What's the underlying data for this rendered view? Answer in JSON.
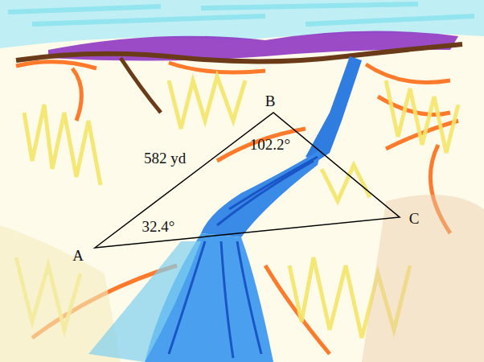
{
  "diagram": {
    "labels": [
      "B",
      "582 yd",
      "102.2°",
      "32.4°",
      "A",
      "C"
    ]
  }
}
